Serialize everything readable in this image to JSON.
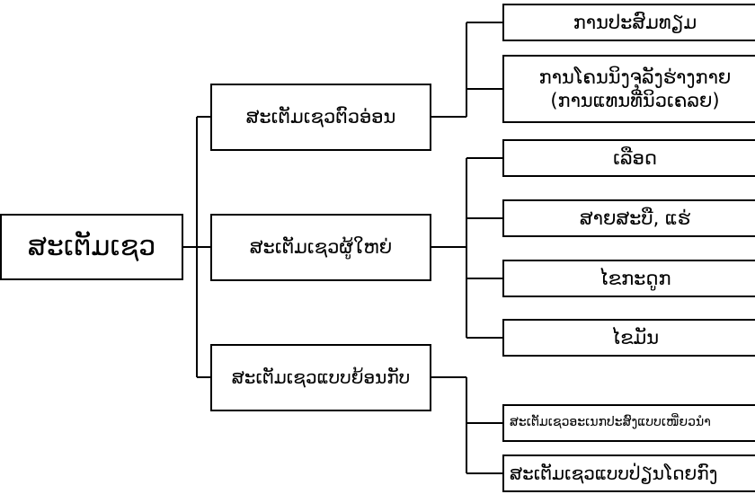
{
  "diagram": {
    "root": {
      "label": "ສະເຕັມເຊວ"
    },
    "branches": [
      {
        "label": "ສະເຕັມເຊວຕົວອ່ອນ",
        "children": [
          {
            "label": "ການປະສົມທຽມ"
          },
          {
            "label_lines": [
              "ການໂຄນນິງຈຸລັງຮ່າງກາຍ",
              "(ການແທນທີ່ນິວເຄລຍ)"
            ]
          }
        ]
      },
      {
        "label": "ສະເຕັມເຊວຜູ້ໃຫຍ່",
        "children": [
          {
            "label": "ເລືອດ"
          },
          {
            "label": "ສາຍສະບື, ແຮ່"
          },
          {
            "label": "ໄຂກະດູກ"
          },
          {
            "label": "ໄຂມັນ"
          }
        ]
      },
      {
        "label": "ສະເຕັມເຊວແບບຍ້ອນກັບ",
        "children": [
          {
            "label": "ສະເຕັມເຊວອະເນກປະສົງແບບເໜີ່ຍວນຳ"
          },
          {
            "label": "ສະເຕັມເຊວແບບປ່ຽນໂດຍກົງ"
          }
        ]
      }
    ]
  },
  "style": {
    "line_color": "#000000",
    "box_border_color": "#000000",
    "background": "#ffffff"
  }
}
